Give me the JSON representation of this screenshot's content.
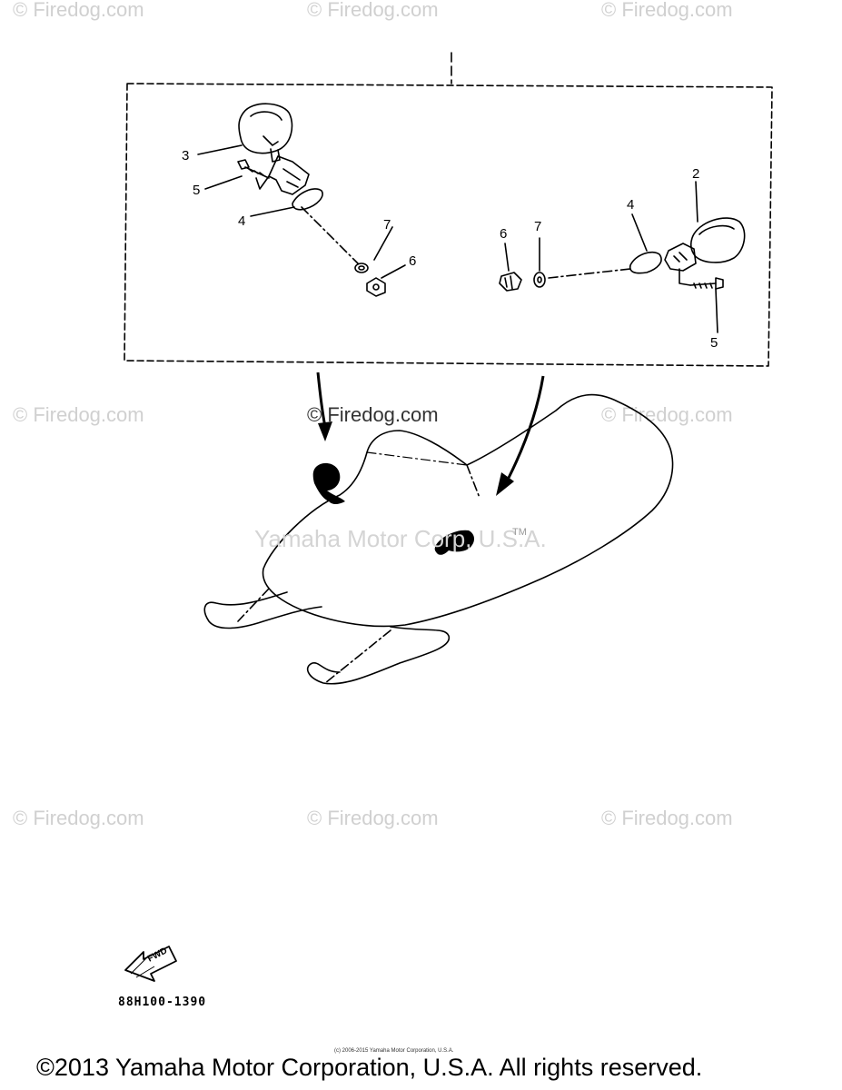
{
  "watermarks": {
    "firedog": "© Firedog.com",
    "trademark": "Yamaha Motor Corp, U.S.A.",
    "tm": "TM"
  },
  "callouts": [
    "2",
    "3",
    "4",
    "4",
    "5",
    "5",
    "6",
    "6",
    "7",
    "7"
  ],
  "fwd_label": "FWD",
  "diagram_code": "88H100-1390",
  "small_copyright": "(c) 2006-2015 Yamaha Motor Corporation, U.S.A.",
  "footer_copyright": "©2013 Yamaha Motor Corporation, U.S.A. All rights reserved."
}
